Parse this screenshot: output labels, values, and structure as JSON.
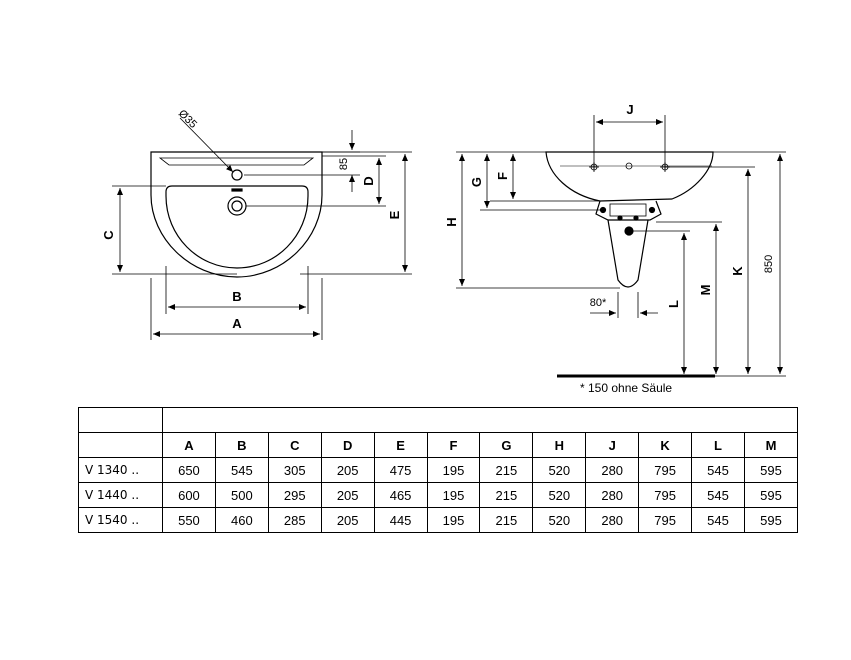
{
  "front_view": {
    "hole_label": "Ø35",
    "dims": {
      "a": "A",
      "b": "B",
      "c": "C",
      "d": "D",
      "e": "E",
      "tap_85": "85"
    }
  },
  "side_view": {
    "dims": {
      "j": "J",
      "g": "G",
      "f": "F",
      "h": "H",
      "m": "M",
      "k": "K",
      "l": "L",
      "h850": "850",
      "p80": "80*"
    },
    "note": "* 150 ohne Säule"
  },
  "table": {
    "columns": [
      "A",
      "B",
      "C",
      "D",
      "E",
      "F",
      "G",
      "H",
      "J",
      "K",
      "L",
      "M"
    ],
    "rows": [
      {
        "model": "V 1340 ..",
        "values": [
          "650",
          "545",
          "305",
          "205",
          "475",
          "195",
          "215",
          "520",
          "280",
          "795",
          "545",
          "595"
        ]
      },
      {
        "model": "V 1440 ..",
        "values": [
          "600",
          "500",
          "295",
          "205",
          "465",
          "195",
          "215",
          "520",
          "280",
          "795",
          "545",
          "595"
        ]
      },
      {
        "model": "V 1540 ..",
        "values": [
          "550",
          "460",
          "285",
          "205",
          "445",
          "195",
          "215",
          "520",
          "280",
          "795",
          "545",
          "595"
        ]
      }
    ]
  }
}
